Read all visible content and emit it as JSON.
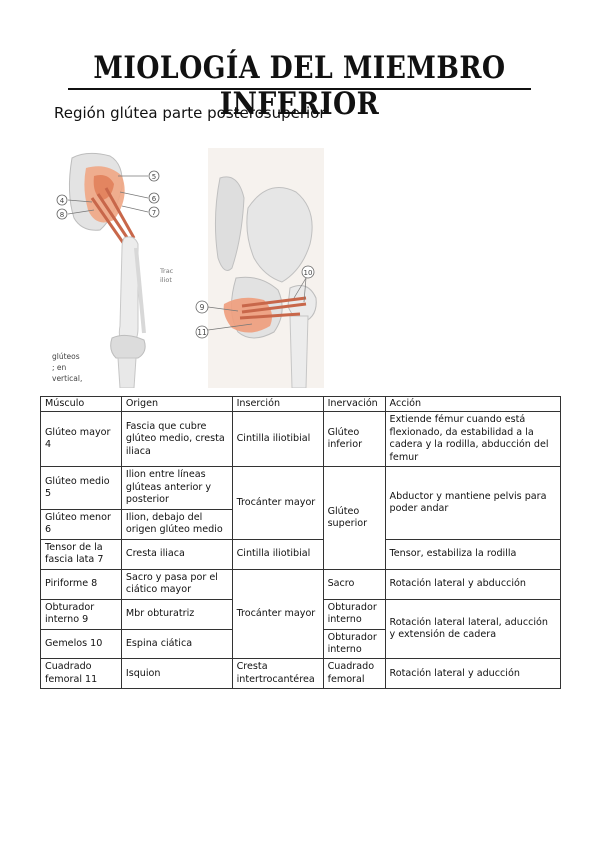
{
  "page": {
    "title": "MIOLOGÍA DEL MIEMBRO INFERIOR",
    "subtitle": "Región glútea parte posterosuperior"
  },
  "figure1": {
    "labels": {
      "n5": "5",
      "n6": "6",
      "n7": "7",
      "n4": "4",
      "n8": "8"
    },
    "side_text": {
      "l1": "Trac",
      "l2": "iliot"
    },
    "bottom_text": {
      "l1": "glúteos",
      "l2": "; en",
      "l3": "vertical,"
    }
  },
  "figure2": {
    "labels": {
      "n9": "9",
      "n10": "10",
      "n11": "11"
    }
  },
  "table": {
    "headers": [
      "Músculo",
      "Origen",
      "Inserción",
      "Inervación",
      "Acción"
    ],
    "rows": [
      {
        "musculo": "Glúteo mayor 4",
        "origen": "Fascia que cubre glúteo medio, cresta iliaca",
        "insercion": "Cintilla iliotibial",
        "inervacion": "Glúteo inferior",
        "accion": "Extiende fémur cuando está flexionado, da estabilidad a la cadera y la rodilla, abducción del femur"
      },
      {
        "musculo": "Glúteo medio 5",
        "origen": "Ilion entre líneas glúteas anterior y posterior",
        "insercion": "Trocánter mayor",
        "inervacion": "Glúteo superior",
        "accion": "Abductor y mantiene pelvis para poder andar"
      },
      {
        "musculo": "Glúteo menor 6",
        "origen": "Ilion, debajo del origen glúteo medio"
      },
      {
        "musculo": "Tensor de la fascia lata 7",
        "origen": "Cresta iliaca",
        "insercion": "Cintilla iliotibial",
        "accion": "Tensor, estabiliza la rodilla"
      },
      {
        "musculo": "Piriforme 8",
        "origen": "Sacro y pasa por el ciático mayor",
        "insercion": "Trocánter mayor",
        "inervacion": "Sacro",
        "accion": "Rotación lateral y abducción"
      },
      {
        "musculo": "Obturador interno 9",
        "origen": "Mbr obturatriz",
        "inervacion": "Obturador interno",
        "accion": "Rotación lateral lateral, aducción y extensión de cadera"
      },
      {
        "musculo": "Gemelos 10",
        "origen": "Espina ciática",
        "inervacion": "Obturador interno"
      },
      {
        "musculo": "Cuadrado femoral 11",
        "origen": "Isquion",
        "insercion": "Cresta intertrocantérea",
        "inervacion": "Cuadrado femoral",
        "accion": "Rotación lateral y aducción"
      }
    ]
  }
}
